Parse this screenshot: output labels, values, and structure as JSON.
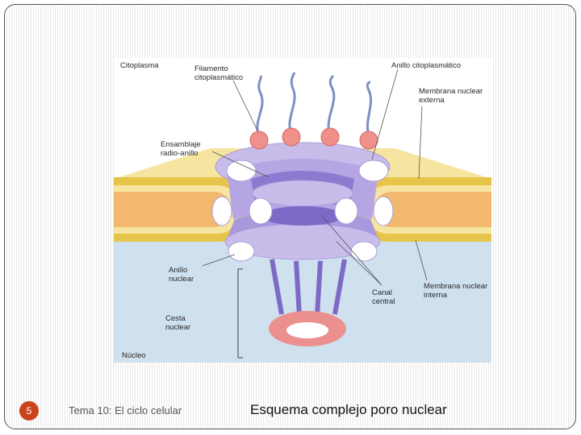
{
  "diagram": {
    "labels": {
      "citoplasma": "Citoplasma",
      "filamento": "Filamento citoplasmático",
      "anillo_citoplasmatico": "Anillo citoplasmático",
      "membrana_externa": "Membrana nuclear externa",
      "ensamblaje": "Ensamblaje radio-anillo",
      "anillo_nuclear": "Anillo nuclear",
      "canal_central": "Canal central",
      "membrana_interna": "Membrana nuclear interna",
      "cesta_nuclear": "Cesta nuclear",
      "nucleo": "Núcleo"
    },
    "colors": {
      "cytoplasm": "#ffffff",
      "nucleoplasm": "#cfe0ee",
      "membrane_top": "#f6e5a0",
      "membrane_edge": "#e7c44a",
      "lumen": "#f2b86e",
      "pore_complex": "#c8bdea",
      "pore_dark": "#8d7ad0",
      "filament": "#7f8fc4",
      "knob": "#f0908a",
      "basket_ring": "#ec8f8f"
    }
  },
  "footer": {
    "page_number": "5",
    "topic": "Tema 10: El ciclo celular",
    "title": "Esquema complejo poro nuclear"
  }
}
